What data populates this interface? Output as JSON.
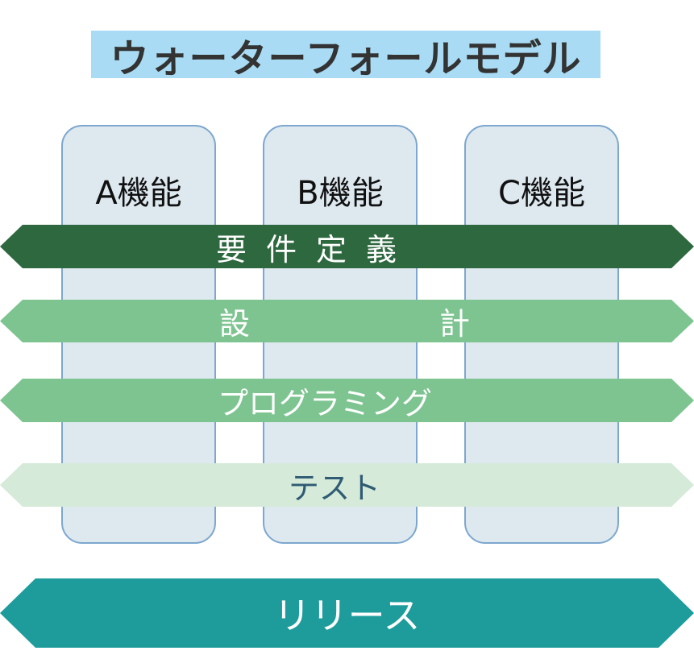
{
  "title": "ウォーターフォールモデル",
  "columns": [
    {
      "label": "A機能"
    },
    {
      "label": "B機能"
    },
    {
      "label": "C機能"
    }
  ],
  "phases": {
    "requirements": "要件定義",
    "design_part1": "設",
    "design_part2": "計",
    "programming": "プログラミング",
    "test": "テスト"
  },
  "release": "リリース",
  "colors": {
    "title_bg": "#a9dcf4",
    "column_bg": "#dde8ef",
    "column_border": "#7da7cf",
    "requirements": "#2e683f",
    "design": "#7dc490",
    "programming": "#7dc490",
    "test": "#d5ead9",
    "release": "#1e9c9c"
  }
}
